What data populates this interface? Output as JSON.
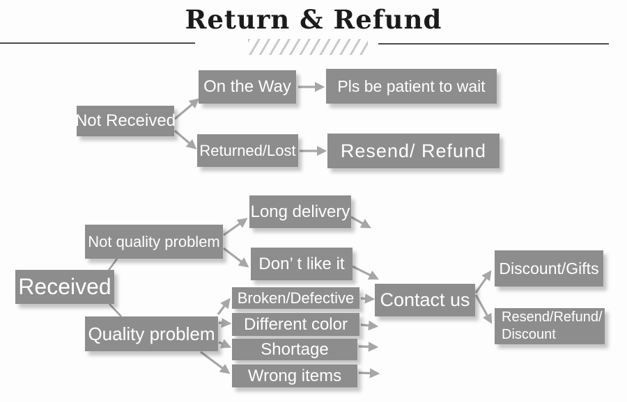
{
  "title": {
    "text": "Return & Refund"
  },
  "colors": {
    "background": "#fdfdfd",
    "box": "#8d8d8d",
    "box_text": "#ffffff",
    "arrow": "#a6a6a6",
    "connector": "#9f9f9f",
    "rule": "#4a4a4a",
    "hatch": "#c9c9c9",
    "title_text": "#1b1b1b"
  },
  "flow_top": {
    "root": "Not Received",
    "branch1": {
      "via": "On the Way",
      "result": "Pls be patient to wait"
    },
    "branch2": {
      "via": "Returned/Lost",
      "result": "Resend/ Refund"
    }
  },
  "flow_bottom": {
    "root": "Received",
    "not_quality": {
      "label": "Not quality problem",
      "reasons": [
        "Long delivery",
        "Don’ t like it"
      ]
    },
    "quality": {
      "label": "Quality problem",
      "reasons": [
        "Broken/Defective",
        "Different color",
        "Shortage",
        "Wrong items"
      ]
    },
    "contact": "Contact us",
    "outcome_top": "Discount/Gifts",
    "outcome_bottom": "Resend/Refund/\nDiscount"
  }
}
